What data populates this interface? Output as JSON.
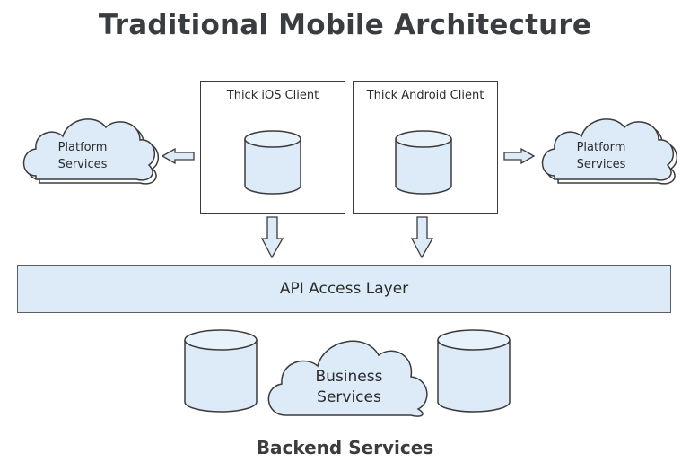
{
  "title": "Traditional Mobile Architecture",
  "clients": {
    "ios": "Thick iOS Client",
    "android": "Thick Android Client"
  },
  "platform_services": {
    "left": [
      "Platform",
      "Services"
    ],
    "right": [
      "Platform",
      "Services"
    ]
  },
  "api_layer": "API Access Layer",
  "business_services": [
    "Business",
    "Services"
  ],
  "footer": "Backend Services",
  "colors": {
    "fill": "#dcebf7",
    "stroke": "#3b3b3b",
    "title": "#3a3d40"
  }
}
